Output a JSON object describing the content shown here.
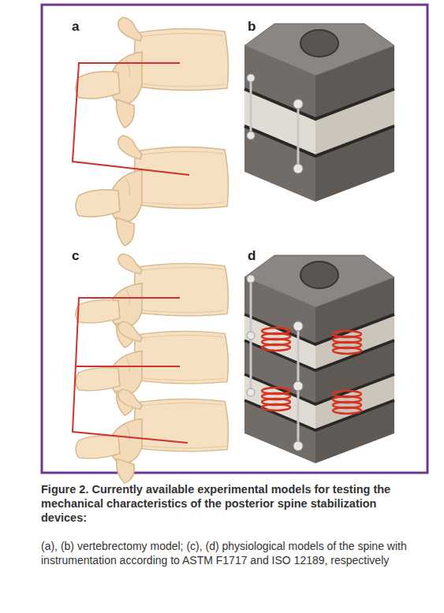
{
  "diagram": {
    "caption": "Figure 2. Currently available experimental models for testing the mechanical characteristics of the posterior spine stabilization devices:",
    "labels": [
      "a",
      "b",
      "c",
      "d",
      "(a), (b) vertebrectomy model; (c), (d) physiological models of the spine with instrumentation according to ASTM F1717 and ISO 12189, respectively"
    ]
  }
}
